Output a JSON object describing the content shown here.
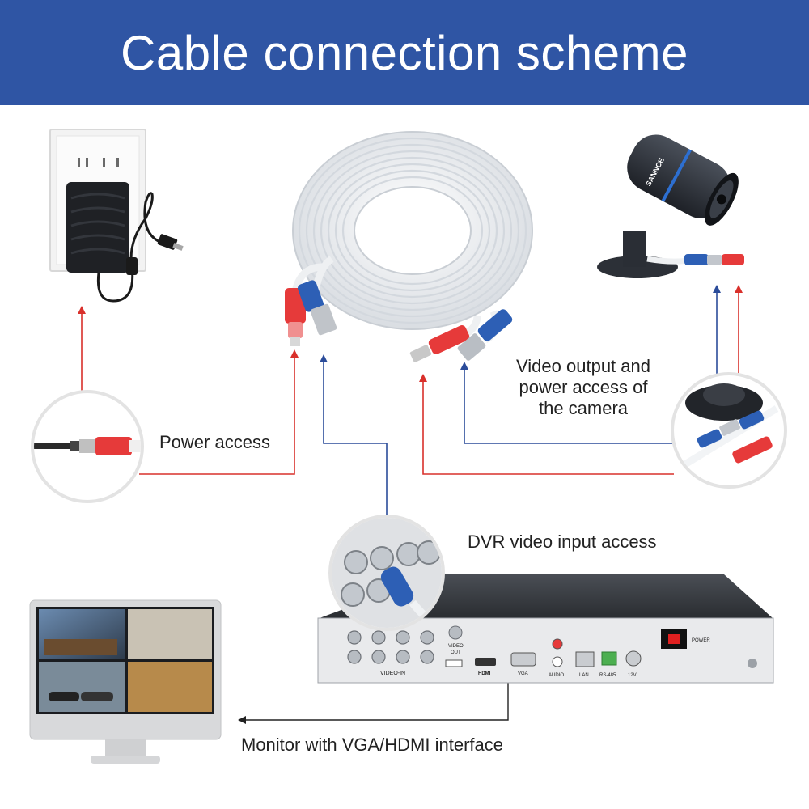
{
  "banner": {
    "title": "Cable connection scheme"
  },
  "labels": {
    "power_access": "Power access",
    "camera_line1": "Video output and",
    "camera_line2": "power access of",
    "camera_line3": "the camera",
    "dvr_input": "DVR video input access",
    "monitor": "Monitor with VGA/HDMI interface"
  },
  "camera": {
    "brand": "SANNCE"
  },
  "dvr": {
    "video_in": "VIDEO-IN",
    "video_out_1": "VIDEO",
    "video_out_2": "OUT",
    "hdmi": "HDMI",
    "vga": "VGA",
    "audio": "AUDIO",
    "lan": "LAN",
    "rs485": "RS-485",
    "dc12v": "12V",
    "power": "POWER"
  },
  "colors": {
    "banner": "#2f55a4",
    "power_line": "#d9302b",
    "video_line": "#2b4c9a",
    "cable": "#f4f6f8",
    "connector_red": "#e63a3a",
    "connector_blue": "#2d5fb5",
    "dvr_body": "#3a3d42",
    "dvr_panel": "#e9eaec",
    "camera_body": "#2b2f36",
    "circle_border": "#e3e3e3"
  },
  "icons": {
    "outlet": "wall-outlet-icon",
    "adapter": "power-adapter-icon",
    "cable": "cable-coil-icon",
    "camera": "bullet-camera-icon",
    "dvr": "dvr-recorder-icon",
    "monitor": "monitor-icon"
  }
}
